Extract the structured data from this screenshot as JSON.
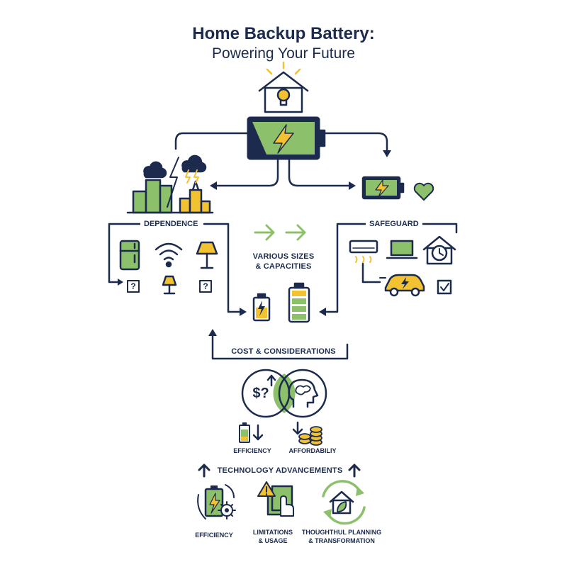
{
  "title": {
    "line1": "Home Backup Battery:",
    "line2": "Powering Your Future"
  },
  "sections": {
    "dependence": "DEPENDENCE",
    "safeguard": "SAFEGUARD",
    "sizes_line1": "VARIOUS SIZES",
    "sizes_line2": "& CAPACITIES",
    "cost": "COST & CONSIDERATIONS",
    "technology": "TECHNOLOGY ADVANCEMENTS"
  },
  "symbols": {
    "question_mark": "?",
    "cost_symbol": "$?"
  },
  "labels": {
    "efficiency_small": "EFFICIENCY",
    "affordability": "AFFORDABILIY",
    "efficiency_bottom": "EFFICIENCY",
    "limitations_line1": "LIMITATIONS",
    "limitations_line2": "& USAGE",
    "planning_line1": "THOUGHTHUL PLANNING",
    "planning_line2": "& TRANSFORMATION"
  },
  "colors": {
    "navy": "#1c2b4d",
    "green": "#8cc06a",
    "yellow": "#f2c230",
    "light_green": "#cfe6bd"
  },
  "icons": [
    "house-bulb-icon",
    "main-battery-icon",
    "city-storm-icon",
    "small-battery-icon",
    "heart-icon",
    "fridge-icon",
    "wifi-icon",
    "floor-lamp-icon",
    "desk-lamp-icon",
    "question-box-icon",
    "arrow-right-icon",
    "air-conditioner-icon",
    "laptop-icon",
    "house-clock-icon",
    "electric-car-icon",
    "checkbox-icon",
    "battery-low-icon",
    "battery-full-icon",
    "venn-diagram-icon",
    "dollar-question-icon",
    "brain-head-icon",
    "coins-icon",
    "battery-gear-icon",
    "warning-documents-icon",
    "eco-house-cycle-icon",
    "arrow-up-icon"
  ]
}
